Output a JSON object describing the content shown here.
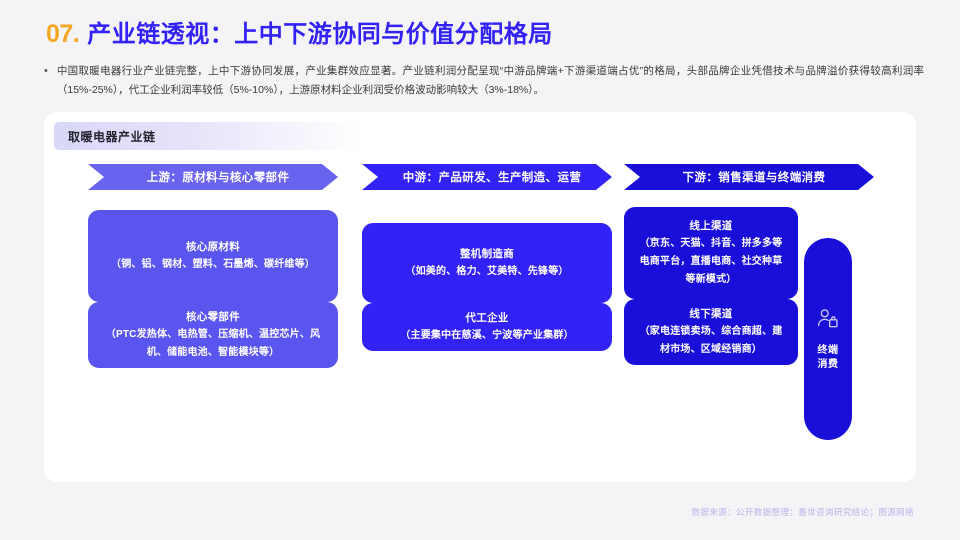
{
  "slide": {
    "number": "07.",
    "title": "产业链透视：上中下游协同与价值分配格局",
    "accent_orange": "#f5a623",
    "accent_blue": "#3322f5"
  },
  "summary": {
    "bullet_marker": "•",
    "text": "中国取暖电器行业产业链完整，上中下游协同发展，产业集群效应显著。产业链利润分配呈现“中游品牌端+下游渠道端占优”的格局，头部品牌企业凭借技术与品牌溢价获得较高利润率（15%-25%），代工企业利润率较低（5%-10%），上游原材料企业利润受价格波动影响较大（3%-18%）。"
  },
  "card": {
    "header_label": "取暖电器产业链",
    "columns": [
      {
        "key": "upstream",
        "banner": "上游：原材料与核心零部件",
        "color": "#5b55f0",
        "boxes": [
          {
            "title": "核心原材料",
            "desc": "（铜、铝、钢材、塑料、石墨烯、碳纤维等）"
          },
          {
            "title": "核心零部件",
            "desc": "（PTC发热体、电热管、压缩机、温控芯片、风机、储能电池、智能模块等）"
          }
        ]
      },
      {
        "key": "midstream",
        "banner": "中游：产品研发、生产制造、运营",
        "color": "#3322f5",
        "boxes": [
          {
            "title": "整机制造商",
            "desc": "（如美的、格力、艾美特、先锋等）"
          },
          {
            "title": "代工企业",
            "desc": "（主要集中在慈溪、宁波等产业集群）"
          }
        ]
      },
      {
        "key": "downstream",
        "banner": "下游：销售渠道与终端消费",
        "color": "#1a0fd9",
        "boxes": [
          {
            "title": "线上渠道",
            "desc": "（京东、天猫、抖音、拼多多等电商平台，直播电商、社交种草等新模式）"
          },
          {
            "title": "线下渠道",
            "desc": "（家电连锁卖场、综合商超、建材市场、区域经销商）"
          }
        ]
      }
    ],
    "terminal": {
      "icon": "consumer-shopping-icon",
      "label_line1": "终端",
      "label_line2": "消费"
    }
  },
  "footer": {
    "source": "数据来源：公开数据整理；嘉世咨询研究结论；图源网络"
  }
}
